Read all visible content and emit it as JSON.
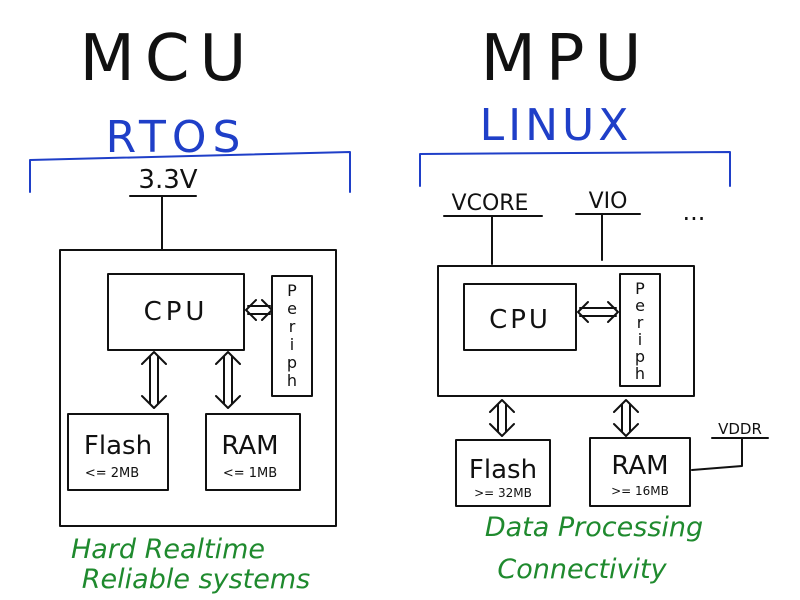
{
  "colors": {
    "ink": "#111111",
    "os": "#1f3fc8",
    "caption": "#1f8a2e"
  },
  "mcu": {
    "title": "MCU",
    "os": "RTOS",
    "rail": "3.3V",
    "cpu": "CPU",
    "periph": [
      "P",
      "e",
      "r",
      "i",
      "p",
      "h"
    ],
    "flash": {
      "label": "Flash",
      "size": "<= 2MB"
    },
    "ram": {
      "label": "RAM",
      "size": "<= 1MB"
    },
    "caption": [
      "Hard Realtime",
      "Reliable systems"
    ]
  },
  "mpu": {
    "title": "MPU",
    "os": "LINUX",
    "rails": [
      "VCORE",
      "VIO",
      "..."
    ],
    "cpu": "CPU",
    "periph": [
      "P",
      "e",
      "r",
      "i",
      "p",
      "h"
    ],
    "flash": {
      "label": "Flash",
      "size": ">= 32MB"
    },
    "ram": {
      "label": "RAM",
      "size": ">= 16MB"
    },
    "ram_rail": "VDDR",
    "caption": [
      "Data Processing",
      "Connectivity"
    ]
  }
}
